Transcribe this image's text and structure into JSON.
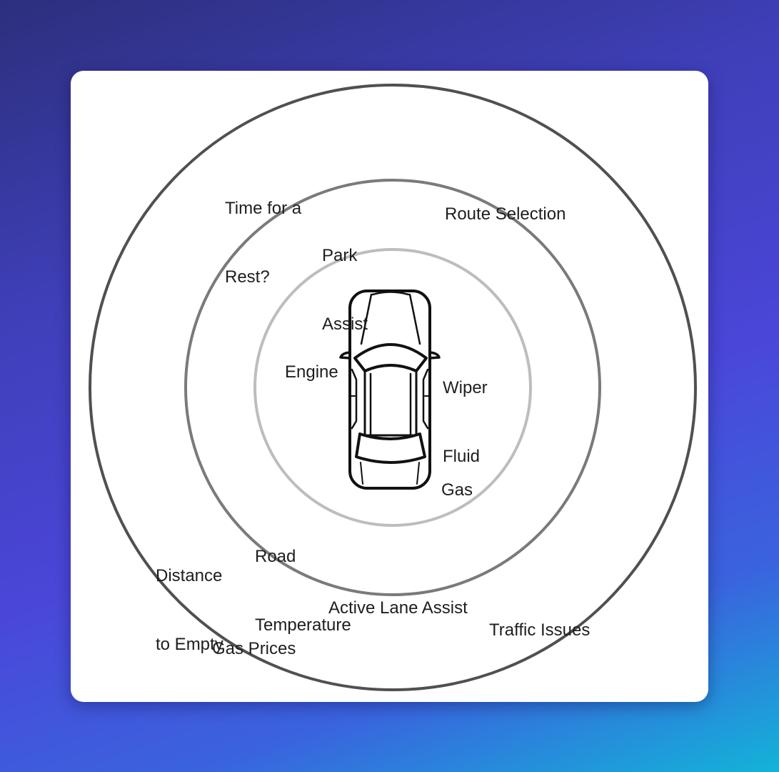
{
  "diagram": {
    "rings": [
      {
        "name": "outer",
        "color": "#505050"
      },
      {
        "name": "middle",
        "color": "#7a7a7a"
      },
      {
        "name": "inner",
        "color": "#bdbdbd"
      }
    ],
    "center_icon": "car-top-view-icon",
    "labels": {
      "outer": {
        "time_for_rest": [
          "Time for a",
          "Rest?"
        ],
        "route_selection": [
          "Route Selection"
        ],
        "distance_to_empty": [
          "Distance",
          "to Empty"
        ],
        "gas_prices": [
          "Gas Prices"
        ],
        "traffic_issues": [
          "Traffic Issues"
        ]
      },
      "middle": {
        "park_assist": [
          "Park",
          "Assist"
        ],
        "road_temperature": [
          "Road",
          "Temperature"
        ],
        "active_lane_assist": [
          "Active Lane Assist"
        ]
      },
      "inner": {
        "engine": [
          "Engine"
        ],
        "wiper_fluid": [
          "Wiper",
          "Fluid"
        ],
        "gas": [
          "Gas"
        ]
      }
    }
  }
}
